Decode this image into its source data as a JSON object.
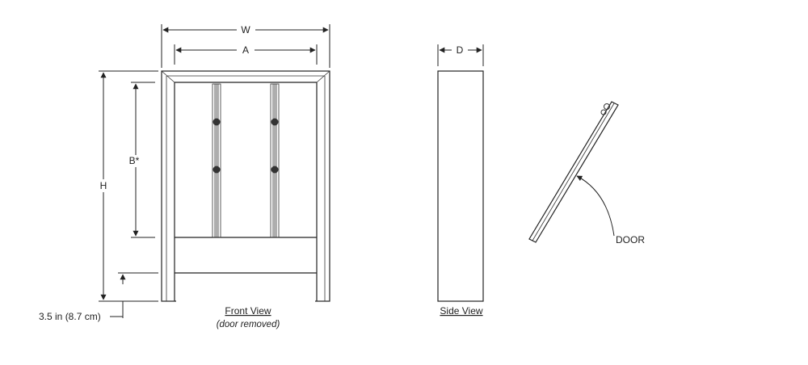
{
  "labels": {
    "width": "W",
    "inner_width": "A",
    "height": "H",
    "inner_height": "B*",
    "depth": "D",
    "leg_height": "3.5 in (8.7 cm)",
    "door": "DOOR"
  },
  "captions": {
    "front_view": "Front View",
    "front_view_note": "(door removed)",
    "side_view": "Side View"
  }
}
